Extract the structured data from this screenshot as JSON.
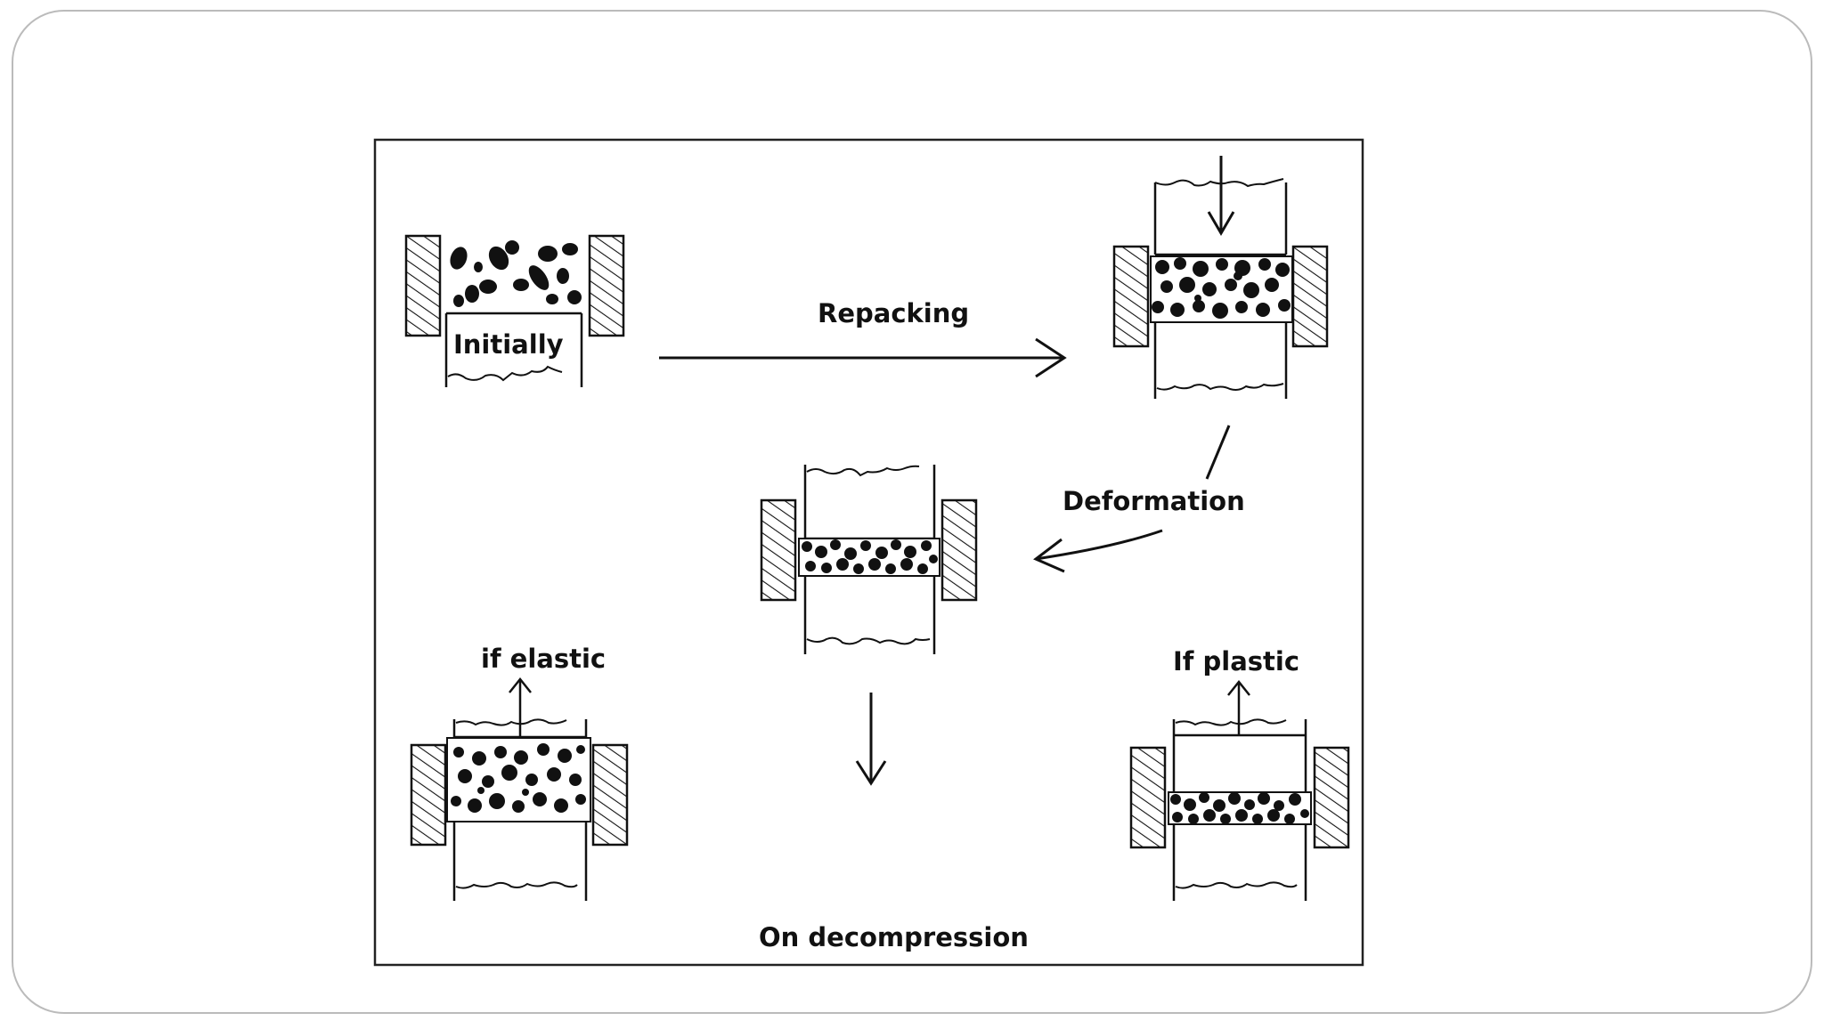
{
  "diagram": {
    "labels": {
      "initially": "Initially",
      "repacking": "Repacking",
      "deformation": "Deformation",
      "if_elastic": "if elastic",
      "if_plastic": "If plastic",
      "on_decompression": "On decompression"
    }
  },
  "colors": {
    "frame": "#bbbbbb",
    "ink": "#111111",
    "background": "#ffffff"
  }
}
